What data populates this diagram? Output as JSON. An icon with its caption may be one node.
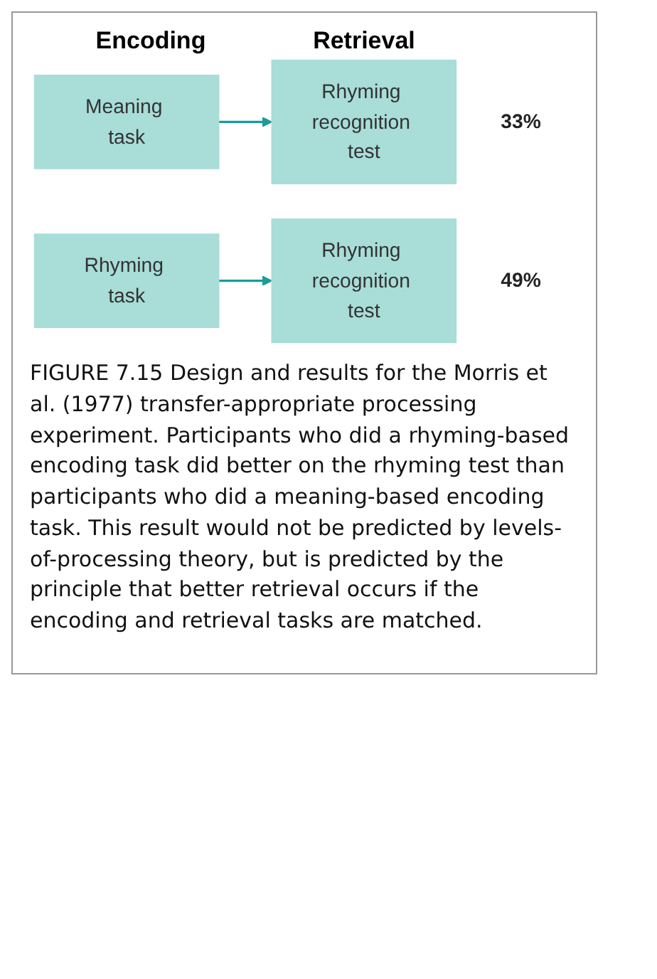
{
  "diagram": {
    "caption": "FIGURE 7.15 Design and results for the Morris et al. (1977) transfer-appropriate processing experiment. Participants who did a rhyming-based encoding task did better on the rhyming test than participants who did a meaning-based encoding task. This result would not be predicted by levels-of-processing theory, but is predicted by the principle that better retrieval occurs if the encoding and retrieval tasks are matched.",
    "nodes": [
      {
        "text": [
          "Meaning task"
        ]
      },
      {
        "text": [
          "Rhyming recognition test"
        ],
        "beside": [
          "33%"
        ]
      },
      {
        "text": [
          "Rhyming task"
        ]
      },
      {
        "text": [
          "Rhyming recognition test"
        ],
        "beside": [
          "49%"
        ]
      }
    ],
    "edges": [
      {
        "from": 0,
        "to": 1,
        "arrow": "to"
      },
      {
        "from": 2,
        "to": 3,
        "arrow": "to"
      }
    ],
    "labels": [
      "Encoding",
      "Retrieval"
    ]
  }
}
